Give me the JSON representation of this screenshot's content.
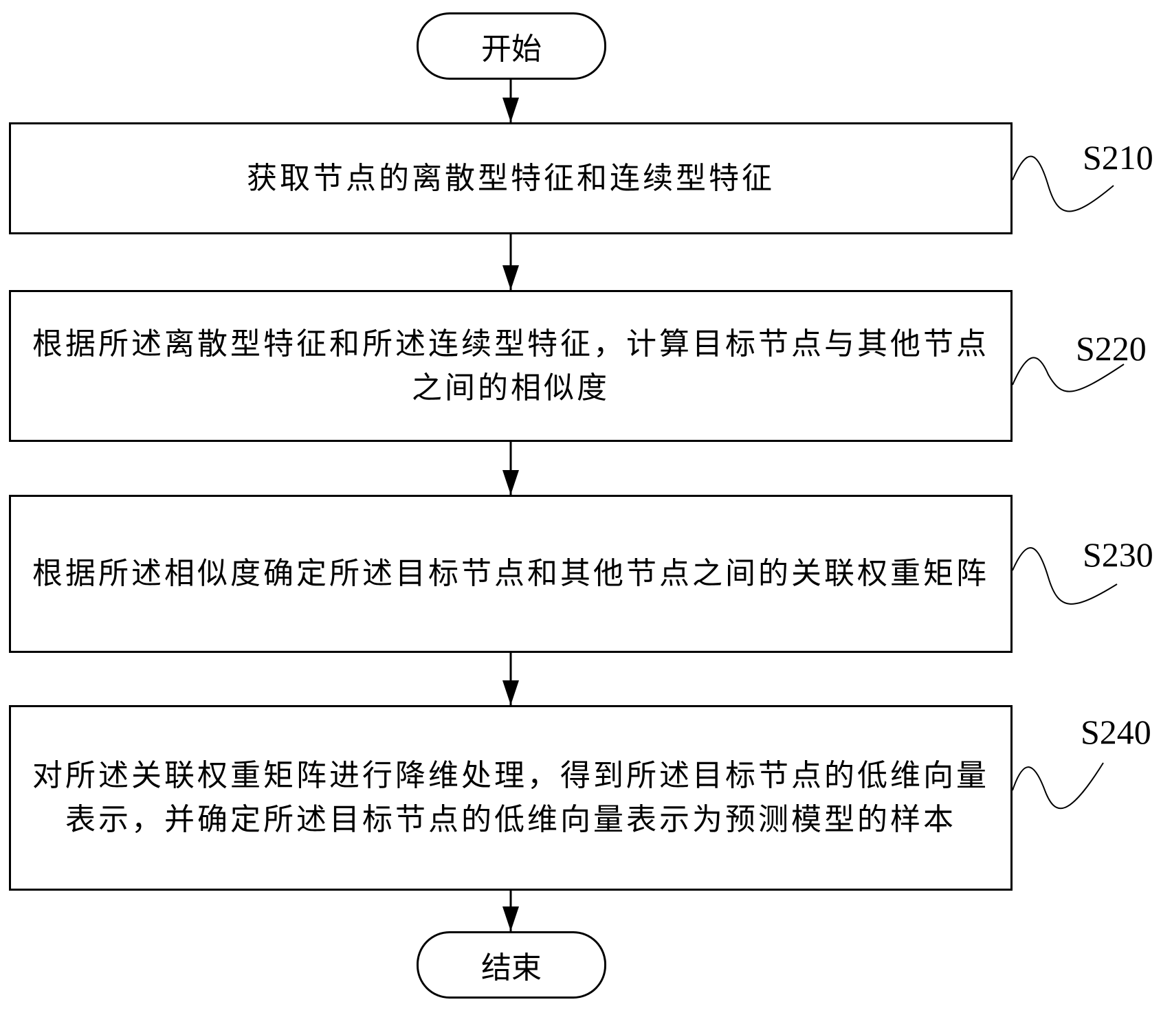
{
  "start": {
    "label": "开始"
  },
  "end": {
    "label": "结束"
  },
  "steps": [
    {
      "id": "S210",
      "text": "获取节点的离散型特征和连续型特征"
    },
    {
      "id": "S220",
      "text": "根据所述离散型特征和所述连续型特征，计算目标节点与其他节点之间的相似度"
    },
    {
      "id": "S230",
      "text": "根据所述相似度确定所述目标节点和其他节点之间的关联权重矩阵"
    },
    {
      "id": "S240",
      "text": "对所述关联权重矩阵进行降维处理，得到所述目标节点的低维向量表示，并确定所述目标节点的低维向量表示为预测模型的样本"
    }
  ]
}
